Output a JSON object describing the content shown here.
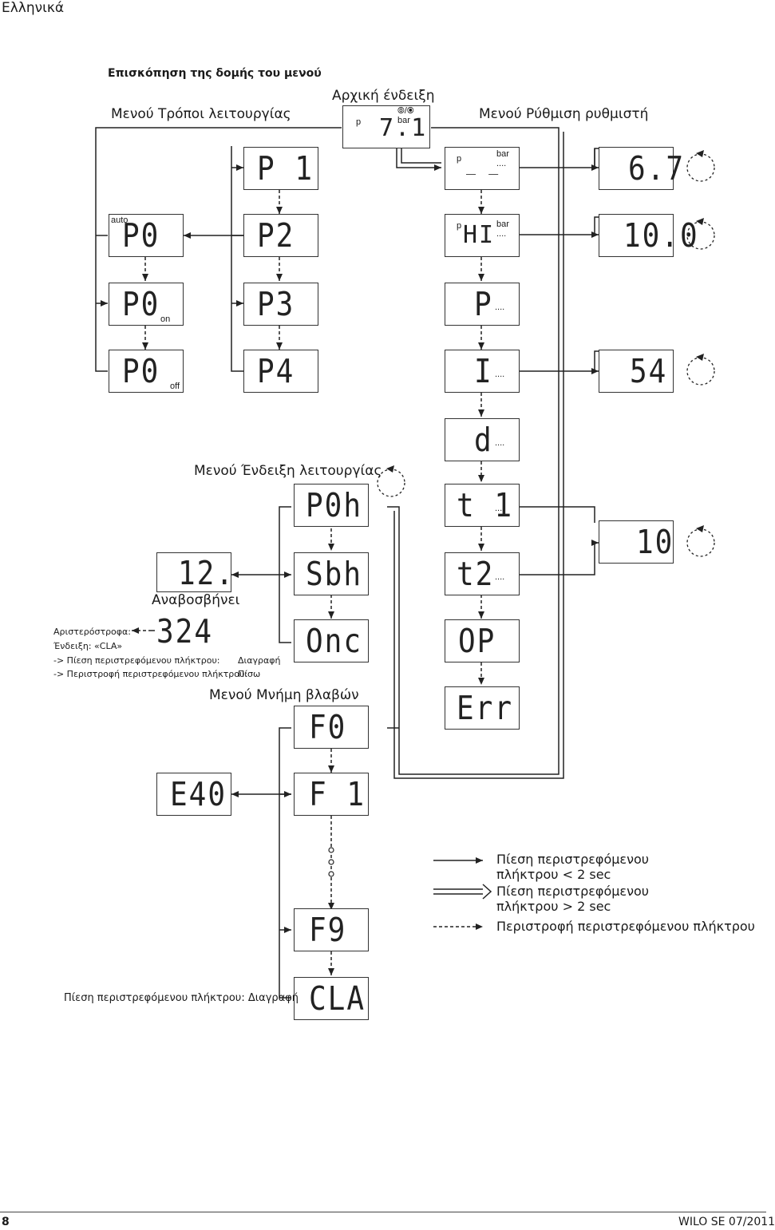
{
  "header": "Ελληνικά",
  "title": "Επισκόπηση της δομής του μενού",
  "labels": {
    "operating_modes": "Μενού Τρόποι λειτουργίας",
    "initial_display": "Αρχική ένδειξη",
    "controller_settings": "Μενού Ρύθμιση ρυθμιστή",
    "operation_display": "Μενού Ένδειξη λειτουργίας",
    "fault_memory": "Μενού Μνήμη βλαβών",
    "blinks": "Αναβοσβήνει"
  },
  "initial_box": {
    "p": "p",
    "value": "7.1",
    "icon": "⦾/⦿",
    "unit": "bar"
  },
  "mode_boxes": {
    "auto_tag": "auto",
    "on_tag": "on",
    "off_tag": "off",
    "p0": "P0",
    "p1": "P 1",
    "p2": "P2",
    "p3": "P3",
    "p4": "P4"
  },
  "controller_boxes": {
    "p_tag": "p",
    "bar_tag": "bar",
    "dots": "....",
    "lo": "_ _",
    "hi": "HI",
    "p_dots": "P",
    "i_dots": "I",
    "d_dots": "d",
    "t1": "t 1",
    "t2": "t2",
    "op": "OP",
    "err": "Err",
    "v67": "6.7",
    "v100": "10.0",
    "v54": "54",
    "v10": "10"
  },
  "operation_boxes": {
    "p0h": "P0h",
    "sbh": "Sbh",
    "onc": "Onc",
    "v12": "12.",
    "v324": "324"
  },
  "notes": {
    "left_rotation": "Αριστερόστροφα:",
    "display_cla": "Ένδειξη: «CLA»",
    "press_line": "-> Πίεση περιστρεφόμενου πλήκτρου:",
    "press_action": "Διαγραφή",
    "rotate_line": "-> Περιστροφή περιστρεφόμενου πλήκτρου:",
    "rotate_action": "Πίσω",
    "bottom_press": "Πίεση περιστρεφόμενου πλήκτρου: Διαγραφή"
  },
  "fault_boxes": {
    "f0": "F0",
    "f1": "F 1",
    "f9": "F9",
    "cla": "CLA",
    "e40": "E40"
  },
  "legend": {
    "short_line1": "Πίεση περιστρεφόμενου",
    "short_line2": "πλήκτρου < 2 sec",
    "long_line1": "Πίεση περιστρεφόμενου",
    "long_line2": "πλήκτρου > 2 sec",
    "rotate": "Περιστροφή περιστρεφόμενου πλήκτρου"
  },
  "footer": {
    "page": "8",
    "brand": "WILO SE 07/2011"
  }
}
